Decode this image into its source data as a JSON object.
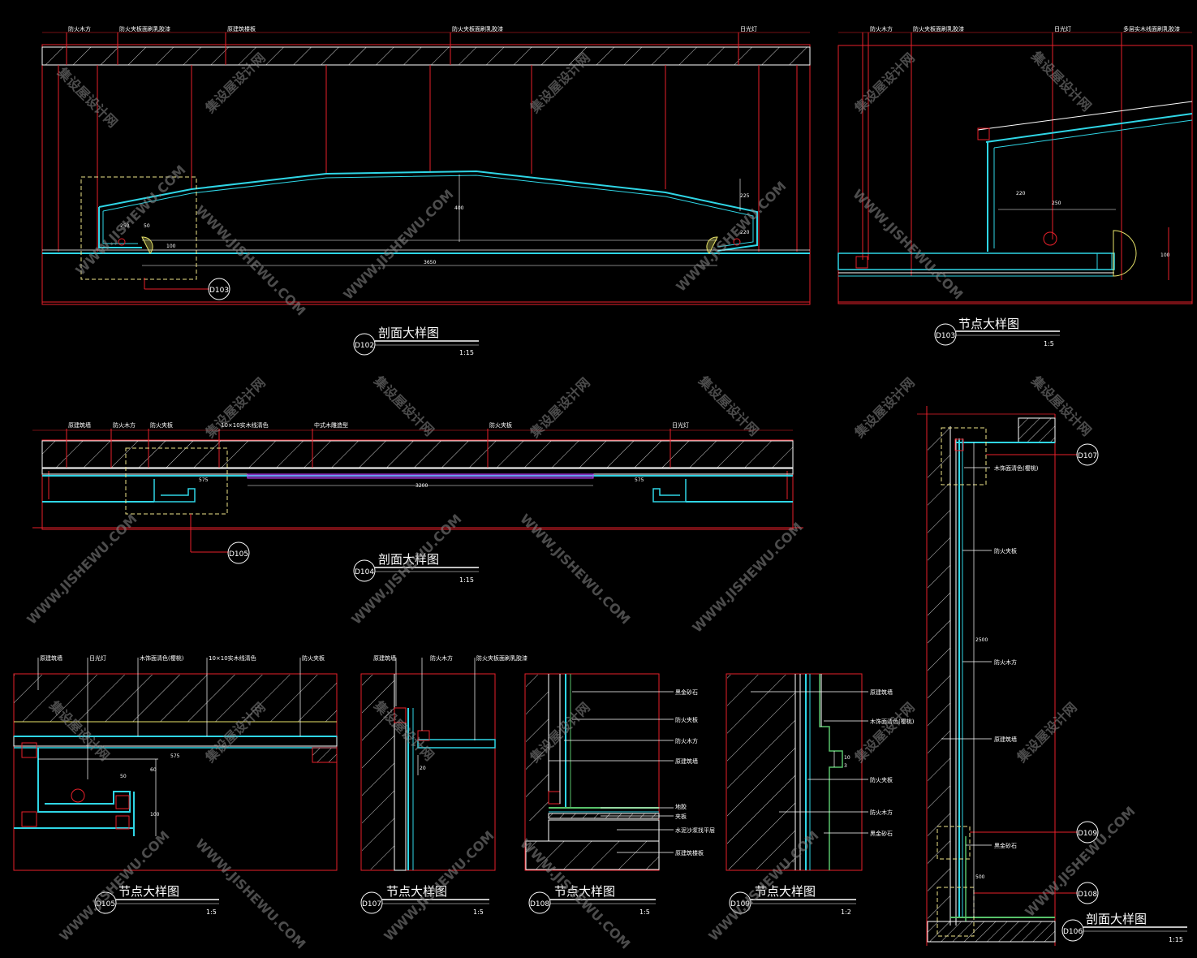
{
  "colors": {
    "background": "#000000",
    "red": "#e8202a",
    "cyan": "#2fd6e6",
    "white": "#ffffff",
    "green": "#58c26a",
    "yellow": "#e8e36a",
    "magenta": "#c040ff",
    "dashed_box": "#f0e68a",
    "watermark": "#8a8a8a"
  },
  "section_d102": {
    "labels": [
      "防火木方",
      "防火夹板面刷乳胶漆",
      "原建筑楼板",
      "防火夹板面刷乳胶漆",
      "日光灯"
    ],
    "title": "剖面大样图",
    "tag": "D102",
    "scale": "1:15",
    "callout_tag": "D103",
    "dims": [
      "250",
      "50",
      "100",
      "3650",
      "220",
      "225",
      "400"
    ]
  },
  "node_d103": {
    "labels": [
      "防火木方",
      "防火夹板面刷乳胶漆",
      "日光灯",
      "多层实木线面刷乳胶漆"
    ],
    "title": "节点大样图",
    "tag": "D103",
    "scale": "1:5",
    "dims": [
      "220",
      "250",
      "100"
    ]
  },
  "section_d104": {
    "labels": [
      "原建筑墙",
      "防火木方",
      "防火夹板",
      "10×10实木线清色",
      "中式木雕造型",
      "防火夹板",
      "日光灯"
    ],
    "title": "剖面大样图",
    "tag": "D104",
    "scale": "1:15",
    "callout_tag": "D105",
    "dims": [
      "575",
      "3200",
      "575"
    ]
  },
  "node_d105": {
    "labels": [
      "原建筑墙",
      "日光灯",
      "木饰面清色(樱桃)",
      "10×10实木线清色",
      "防火夹板"
    ],
    "title": "节点大样图",
    "tag": "D105",
    "scale": "1:5",
    "dims": [
      "575",
      "50",
      "60",
      "100"
    ]
  },
  "node_d107": {
    "labels": [
      "原建筑墙",
      "防火木方",
      "防火夹板面刷乳胶漆"
    ],
    "title": "节点大样图",
    "tag": "D107",
    "scale": "1:5",
    "dims": [
      "20"
    ]
  },
  "node_d108": {
    "labels": [
      "黑金砂石",
      "防火夹板",
      "防火木方",
      "原建筑墙",
      "地胶",
      "夹板",
      "水泥沙浆找平层",
      "原建筑楼板"
    ],
    "title": "节点大样图",
    "tag": "D108",
    "scale": "1:5"
  },
  "node_d109": {
    "labels": [
      "原建筑墙",
      "木饰面清色(樱桃)",
      "防火夹板",
      "防火木方",
      "黑金砂石"
    ],
    "title": "节点大样图",
    "tag": "D109",
    "scale": "1:2",
    "dims": [
      "10",
      "3"
    ]
  },
  "section_d106": {
    "labels": [
      "木饰面清色(樱桃)",
      "防火夹板",
      "防火木方",
      "原建筑墙",
      "黑金砂石"
    ],
    "title": "剖面大样图",
    "tag": "D106",
    "scale": "1:15",
    "callout_tags": [
      "D107",
      "D109",
      "D108"
    ],
    "dims": [
      "2500",
      "500"
    ]
  },
  "watermark": {
    "cn": "集设屋设计网",
    "en": "WWW.JISHEWU.COM"
  }
}
